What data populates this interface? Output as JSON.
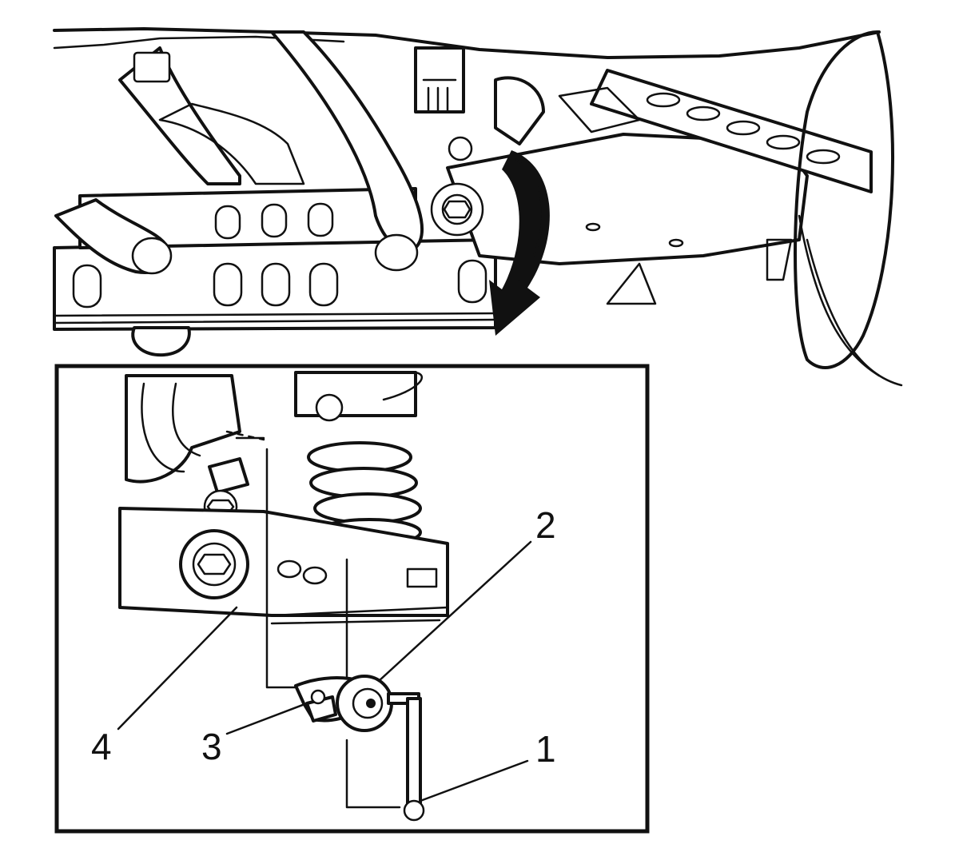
{
  "callouts": [
    {
      "id": "1",
      "label": "1"
    },
    {
      "id": "2",
      "label": "2"
    },
    {
      "id": "3",
      "label": "3"
    },
    {
      "id": "4",
      "label": "4"
    }
  ],
  "icons": {
    "overview": "rear-suspension-underbody-overview",
    "inset": "ride-height-sensor-detail-inset",
    "arrow": "curved-arrow-icon"
  }
}
